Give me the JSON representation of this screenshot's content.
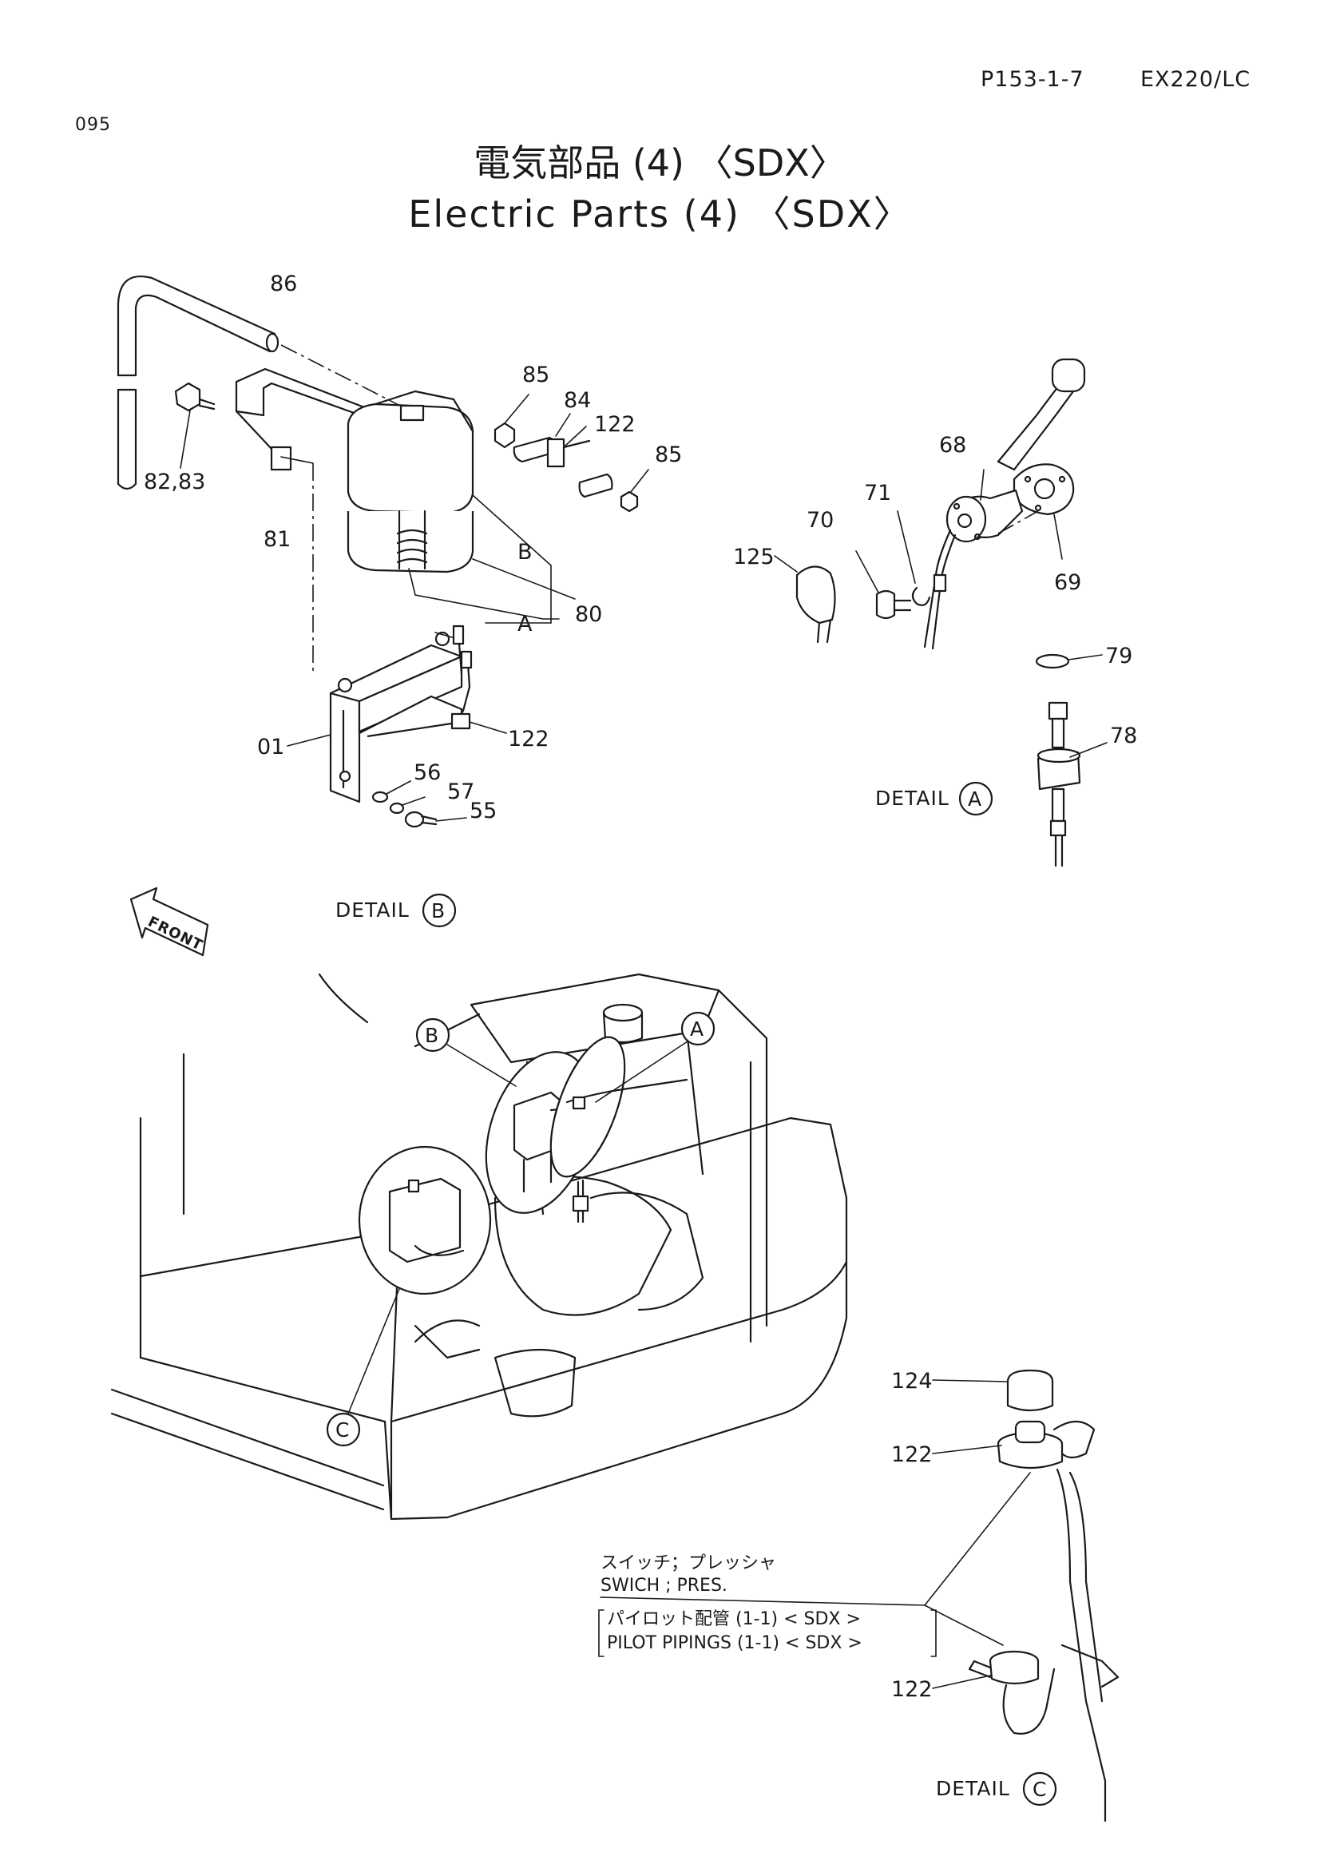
{
  "header": {
    "page_ref": "P153-1-7",
    "model": "EX220/LC",
    "page_number": "095"
  },
  "title": {
    "japanese": "電気部品 (4) 〈SDX〉",
    "english": "Electric Parts (4) 〈SDX〉"
  },
  "part_labels": {
    "p86": "86",
    "p85a": "85",
    "p84": "84",
    "p122a": "122",
    "p85b": "85",
    "p82_83": "82,83",
    "p81": "81",
    "p80": "80",
    "pB": "B",
    "pA": "A",
    "p01": "01",
    "p122b": "122",
    "p56": "56",
    "p57": "57",
    "p55": "55",
    "p68": "68",
    "p71": "71",
    "p70": "70",
    "p125": "125",
    "p69": "69",
    "p79": "79",
    "p78": "78",
    "p124": "124",
    "p122c": "122",
    "p122d": "122"
  },
  "details": {
    "a_text": "DETAIL",
    "a_letter": "A",
    "b_text": "DETAIL",
    "b_letter": "B",
    "c_text": "DETAIL",
    "c_letter": "C",
    "front_label": "FRONT"
  },
  "callouts": {
    "circle_a": "A",
    "circle_b": "B",
    "circle_c": "C"
  },
  "note": {
    "line1_jp": "スイッチ；プレッシャ",
    "line2_en": "SWICH ; PRES.",
    "line3_jp": "パイロット配管 (1-1) < SDX >",
    "line4_en": "PILOT PIPINGS (1-1) < SDX >"
  }
}
